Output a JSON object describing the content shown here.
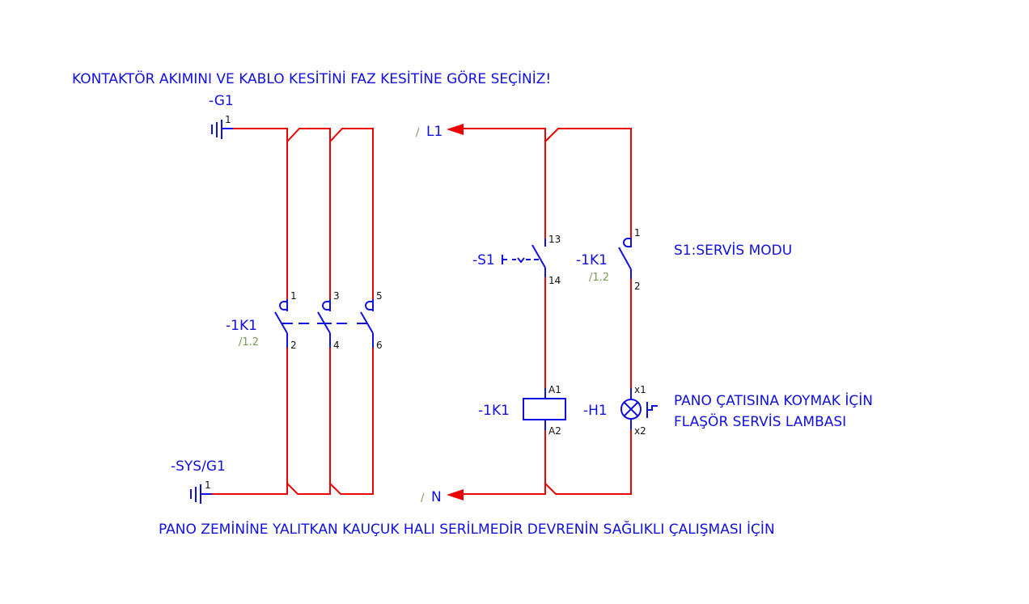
{
  "notes": {
    "top": "KONTAKTÖR AKIMINI VE KABLO KESİTİNİ FAZ KESİTİNE GÖRE SEÇİNİZ!",
    "bottom": "PANO ZEMİNİNE YALITKAN KAUÇUK HALI SERİLMEDİR DEVRENİN SAĞLIKLI ÇALIŞMASI İÇİN",
    "s1_note": "S1:SERVİS MODU",
    "h1_note_line1": "PANO ÇATISINA KOYMAK İÇİN",
    "h1_note_line2": "FLAŞÖR SERVİS LAMBASI"
  },
  "power_circuit": {
    "source_top": {
      "label": "-G1",
      "pin": "1"
    },
    "source_bottom": {
      "label": "-SYS/G1",
      "pin": "1"
    },
    "contactor": {
      "label": "-1K1",
      "ref": "/1.2",
      "pins_top": [
        "1",
        "3",
        "5"
      ],
      "pins_bottom": [
        "2",
        "4",
        "6"
      ]
    }
  },
  "control_circuit": {
    "line_top": {
      "slash": "/",
      "label": "L1"
    },
    "line_bottom": {
      "slash": "/",
      "label": "N"
    },
    "switch_s1": {
      "label": "-S1",
      "pin_top": "13",
      "pin_bottom": "14"
    },
    "aux_contact": {
      "label": "-1K1",
      "ref": "/1.2",
      "pin_top": "1",
      "pin_bottom": "2"
    },
    "coil": {
      "label": "-1K1",
      "pin_top": "A1",
      "pin_bottom": "A2"
    },
    "lamp": {
      "label": "-H1",
      "pin_top": "x1",
      "pin_bottom": "x2"
    }
  },
  "colors": {
    "wire": "#ee0000",
    "symbol": "#1010e0",
    "text": "#1010e0",
    "reference": "#7a9a50"
  }
}
